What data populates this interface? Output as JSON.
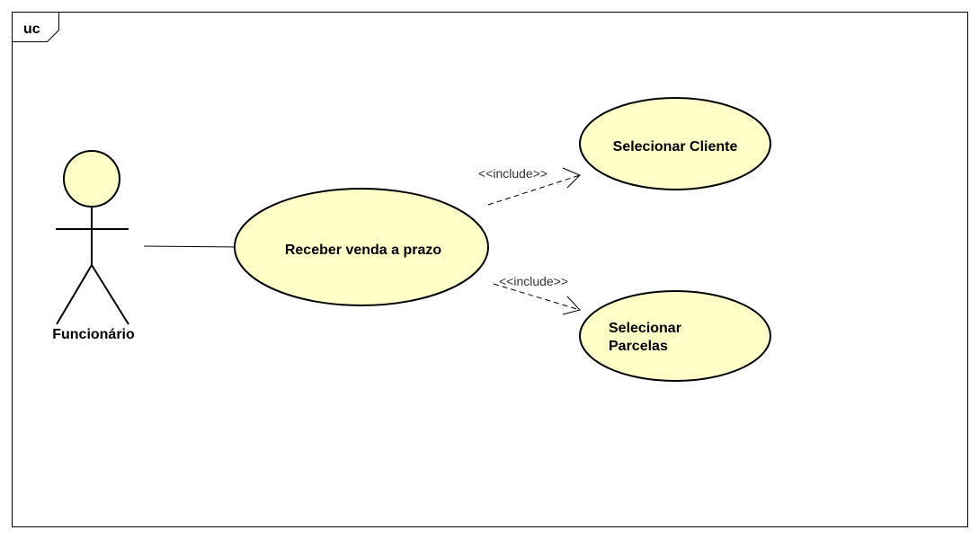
{
  "frame": {
    "label": "uc"
  },
  "actor": {
    "name": "Funcionário"
  },
  "use_cases": {
    "main": {
      "label": "Receber venda a prazo"
    },
    "cliente": {
      "label": "Selecionar Cliente"
    },
    "parcelas": {
      "line1": "Selecionar",
      "line2": "Parcelas"
    }
  },
  "relations": {
    "include_cliente": "<<include>>",
    "include_parcelas": "<<include>>"
  },
  "colors": {
    "use_case_fill": "#FFFFC8",
    "actor_fill": "#FFFFC8",
    "stroke": "#000000"
  }
}
